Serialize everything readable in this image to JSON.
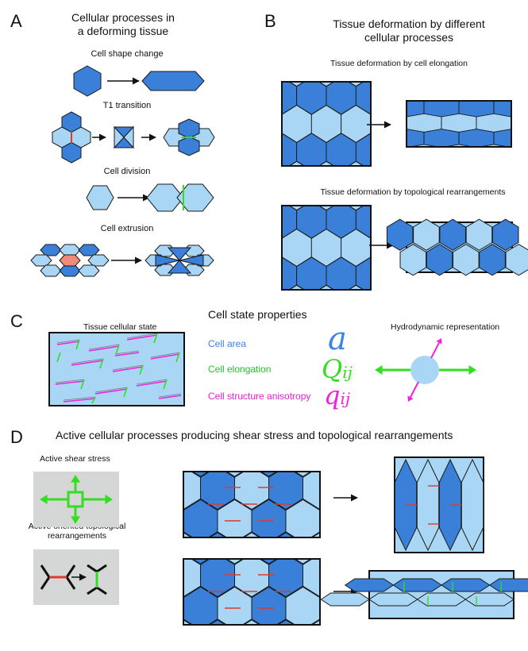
{
  "panels": {
    "A": {
      "letter": "A",
      "title_line1": "Cellular processes in",
      "title_line2": "a deforming tissue",
      "processes": [
        "Cell shape change",
        "T1 transition",
        "Cell division",
        "Cell extrusion"
      ]
    },
    "B": {
      "letter": "B",
      "title_line1": "Tissue deformation by different",
      "title_line2": "cellular processes",
      "sub1": "Tissue deformation by cell elongation",
      "sub2": "Tissue deformation by topological rearrangements"
    },
    "C": {
      "letter": "C",
      "title": "Cell state properties",
      "left_label": "Tissue cellular state",
      "right_label": "Hydrodynamic representation",
      "properties": [
        {
          "label": "Cell area",
          "symbol": "a",
          "subscript": "",
          "color": "#3b82e6"
        },
        {
          "label": "Cell elongation",
          "symbol": "Q",
          "subscript": "ij",
          "color": "#33dd22"
        },
        {
          "label": "Cell structure anisotropy",
          "symbol": "q",
          "subscript": "ij",
          "color": "#ee22dd"
        }
      ]
    },
    "D": {
      "letter": "D",
      "title": "Active cellular processes producing shear stress and topological rearrangements",
      "label1": "Active shear stress",
      "label2_line1": "Active oriented topological",
      "label2_line2": "rearrangements"
    }
  },
  "colors": {
    "dark_blue": "#3a7fd8",
    "light_blue": "#a8d6f4",
    "salmon": "#f08a7a",
    "green": "#33dd22",
    "magenta": "#ee22dd",
    "red": "#e0392a",
    "gray_box": "#d4d7d6"
  }
}
